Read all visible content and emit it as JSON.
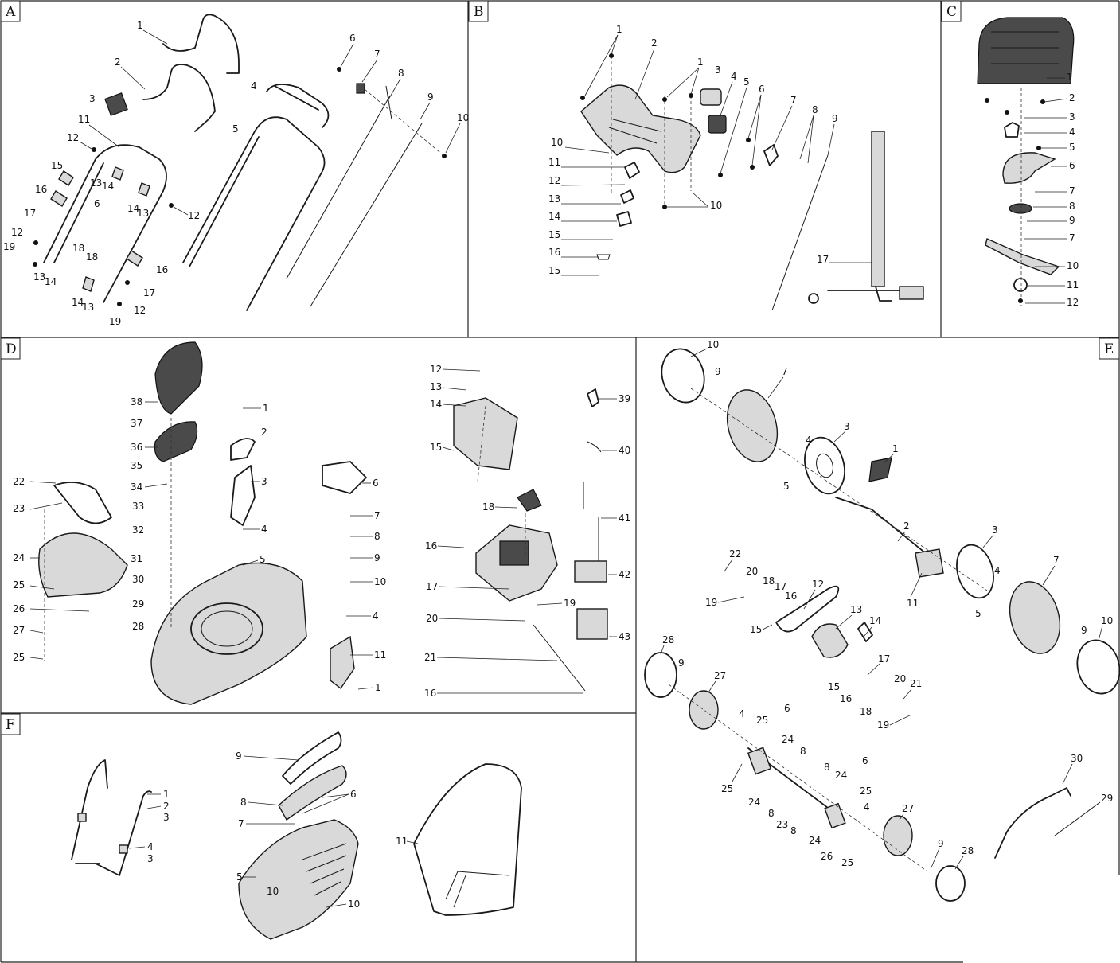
{
  "panels": [
    {
      "id": "A",
      "callouts": [
        {
          "label": "1"
        },
        {
          "label": "2"
        },
        {
          "label": "3"
        },
        {
          "label": "4"
        },
        {
          "label": "5"
        },
        {
          "label": "6"
        },
        {
          "label": "7"
        },
        {
          "label": "8"
        },
        {
          "label": "9"
        },
        {
          "label": "10"
        },
        {
          "label": "11"
        },
        {
          "label": "12"
        },
        {
          "label": "13"
        },
        {
          "label": "14"
        },
        {
          "label": "15"
        },
        {
          "label": "16"
        },
        {
          "label": "6"
        },
        {
          "label": "14"
        },
        {
          "label": "13"
        },
        {
          "label": "12"
        },
        {
          "label": "17"
        },
        {
          "label": "12"
        },
        {
          "label": "18"
        },
        {
          "label": "19"
        },
        {
          "label": "13"
        },
        {
          "label": "14"
        },
        {
          "label": "18"
        },
        {
          "label": "16"
        },
        {
          "label": "17"
        },
        {
          "label": "14"
        },
        {
          "label": "13"
        },
        {
          "label": "12"
        },
        {
          "label": "19"
        }
      ]
    },
    {
      "id": "B",
      "callouts": [
        {
          "label": "1"
        },
        {
          "label": "2"
        },
        {
          "label": "1"
        },
        {
          "label": "3"
        },
        {
          "label": "4"
        },
        {
          "label": "5"
        },
        {
          "label": "6"
        },
        {
          "label": "7"
        },
        {
          "label": "8"
        },
        {
          "label": "9"
        },
        {
          "label": "10"
        },
        {
          "label": "11"
        },
        {
          "label": "12"
        },
        {
          "label": "13"
        },
        {
          "label": "14"
        },
        {
          "label": "15"
        },
        {
          "label": "16"
        },
        {
          "label": "15"
        },
        {
          "label": "10"
        },
        {
          "label": "17"
        }
      ]
    },
    {
      "id": "C",
      "callouts": [
        {
          "label": "1"
        },
        {
          "label": "2"
        },
        {
          "label": "3"
        },
        {
          "label": "4"
        },
        {
          "label": "5"
        },
        {
          "label": "6"
        },
        {
          "label": "7"
        },
        {
          "label": "8"
        },
        {
          "label": "9"
        },
        {
          "label": "7"
        },
        {
          "label": "10"
        },
        {
          "label": "11"
        },
        {
          "label": "12"
        }
      ]
    },
    {
      "id": "D",
      "callouts": [
        {
          "label": "38"
        },
        {
          "label": "37"
        },
        {
          "label": "36"
        },
        {
          "label": "35"
        },
        {
          "label": "34"
        },
        {
          "label": "33"
        },
        {
          "label": "32"
        },
        {
          "label": "31"
        },
        {
          "label": "30"
        },
        {
          "label": "29"
        },
        {
          "label": "28"
        },
        {
          "label": "22"
        },
        {
          "label": "23"
        },
        {
          "label": "24"
        },
        {
          "label": "25"
        },
        {
          "label": "26"
        },
        {
          "label": "27"
        },
        {
          "label": "25"
        },
        {
          "label": "1"
        },
        {
          "label": "2"
        },
        {
          "label": "3"
        },
        {
          "label": "4"
        },
        {
          "label": "5"
        },
        {
          "label": "6"
        },
        {
          "label": "7"
        },
        {
          "label": "8"
        },
        {
          "label": "9"
        },
        {
          "label": "10"
        },
        {
          "label": "4"
        },
        {
          "label": "11"
        },
        {
          "label": "1"
        },
        {
          "label": "12"
        },
        {
          "label": "13"
        },
        {
          "label": "14"
        },
        {
          "label": "15"
        },
        {
          "label": "18"
        },
        {
          "label": "16"
        },
        {
          "label": "17"
        },
        {
          "label": "20"
        },
        {
          "label": "19"
        },
        {
          "label": "21"
        },
        {
          "label": "16"
        },
        {
          "label": "39"
        },
        {
          "label": "40"
        },
        {
          "label": "41"
        },
        {
          "label": "42"
        },
        {
          "label": "43"
        }
      ]
    },
    {
      "id": "E",
      "callouts": [
        {
          "label": "10"
        },
        {
          "label": "9"
        },
        {
          "label": "7"
        },
        {
          "label": "3"
        },
        {
          "label": "4"
        },
        {
          "label": "5"
        },
        {
          "label": "1"
        },
        {
          "label": "2"
        },
        {
          "label": "11"
        },
        {
          "label": "3"
        },
        {
          "label": "4"
        },
        {
          "label": "5"
        },
        {
          "label": "7"
        },
        {
          "label": "10"
        },
        {
          "label": "9"
        },
        {
          "label": "22"
        },
        {
          "label": "20"
        },
        {
          "label": "18"
        },
        {
          "label": "17"
        },
        {
          "label": "16"
        },
        {
          "label": "19"
        },
        {
          "label": "12"
        },
        {
          "label": "13"
        },
        {
          "label": "14"
        },
        {
          "label": "15"
        },
        {
          "label": "17"
        },
        {
          "label": "15"
        },
        {
          "label": "16"
        },
        {
          "label": "20"
        },
        {
          "label": "21"
        },
        {
          "label": "18"
        },
        {
          "label": "19"
        },
        {
          "label": "28"
        },
        {
          "label": "9"
        },
        {
          "label": "27"
        },
        {
          "label": "4"
        },
        {
          "label": "25"
        },
        {
          "label": "6"
        },
        {
          "label": "24"
        },
        {
          "label": "8"
        },
        {
          "label": "8"
        },
        {
          "label": "6"
        },
        {
          "label": "24"
        },
        {
          "label": "25"
        },
        {
          "label": "25"
        },
        {
          "label": "24"
        },
        {
          "label": "8"
        },
        {
          "label": "23"
        },
        {
          "label": "8"
        },
        {
          "label": "4"
        },
        {
          "label": "24"
        },
        {
          "label": "26"
        },
        {
          "label": "25"
        },
        {
          "label": "27"
        },
        {
          "label": "9"
        },
        {
          "label": "28"
        },
        {
          "label": "30"
        },
        {
          "label": "29"
        }
      ]
    },
    {
      "id": "F",
      "callouts": [
        {
          "label": "1"
        },
        {
          "label": "2"
        },
        {
          "label": "3"
        },
        {
          "label": "4"
        },
        {
          "label": "3"
        },
        {
          "label": "9"
        },
        {
          "label": "8"
        },
        {
          "label": "6"
        },
        {
          "label": "7"
        },
        {
          "label": "5"
        },
        {
          "label": "10"
        },
        {
          "label": "10"
        },
        {
          "label": "11"
        }
      ]
    }
  ]
}
